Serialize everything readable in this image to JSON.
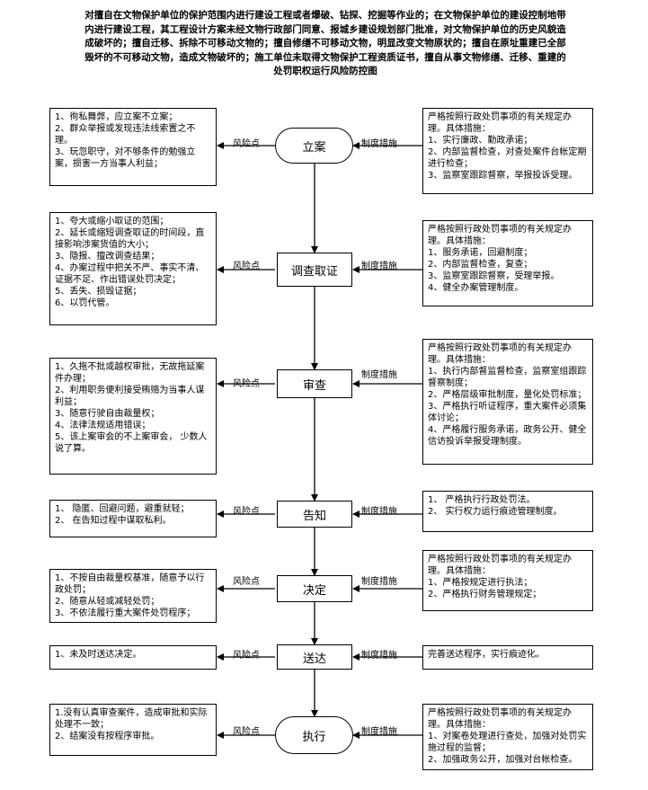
{
  "title": "对擅自在文物保护单位的保护范围内进行建设工程或者爆破、钻探、挖掘等作业的；在文物保护单位的建设控制地带内进行建设工程，其工程设计方案未经文物行政部门同意、报城乡建设规划部门批准，对文物保护单位的历史风貌造成破坏的；擅自迁移、拆除不可移动文物的；擅自修缮不可移动文物，明显改变文物原状的；擅自在原址重建已全部毁坏的不可移动文物，造成文物破坏的；施工单位未取得文物保护工程资质证书，擅自从事文物修缮、迁移、重建的处罚职权运行风险防控图",
  "risk_label": "风险点",
  "measure_label": "制度措施",
  "steps": [
    {
      "name": "立案",
      "risks": "1、徇私舞弊，应立案不立案；\n2、群众举报或发现违法线索置之不理。\n3、玩忽职守，对不够条件的勉强立案，损害一方当事人利益；",
      "measures": "严格按照行政处罚事项的有关规定办理。具体措施：\n1、实行廉政、勤政承诺；\n2、内部监督检查，对查处案件台帐定期进行检查；\n3、监察室跟踪督察，举报投诉受理。"
    },
    {
      "name": "调查取证",
      "risks": "1、夸大或缩小取证的范围；\n2、延长或缩短调查取证的时间段，直接影响涉案货值的大小；\n3、隐报、擅改调查结果；\n4、办案过程中把关不严、事实不清、证据不足、作出错误处罚决定；\n5、丢失、损毁证据；\n6、以罚代管。",
      "measures": "严格按照行政处罚事项的有关规定办理。具体措施：\n1、服务承诺，回避制度；\n2、内部监督检查，复查；\n3、监察室跟踪督察，受理举报。\n4、健全办案管理制度。"
    },
    {
      "name": "审查",
      "risks": "1、久拖不批或越权审批，无故拖延案件办理；\n2、利用职务便利接受贿赂为当事人谋利益；\n3、随意行驶自由裁量权；\n4、法律法规适用错误；\n5、该上案审会的不上案审会， 少数人说了算。",
      "measures": "严格按照行政处罚事项的有关规定办理。具体措施：\n1、执行内部督监督检查，监察室组跟踪督察制度；\n2、严格层级审批制度，量化处罚标准；\n3、严格执行听证程序，重大案件必须集体讨论；\n4、严格履行服务承诺，政务公开、健全信访投诉举报受理制度。"
    },
    {
      "name": "告知",
      "risks": "1、  隐匿、回避问题，避重就轻；\n2、  在告知过程中谋取私利。",
      "measures": "1、  严格执行行政处罚法。\n2、  实行权力运行痕迹管理制度。"
    },
    {
      "name": "决定",
      "risks": "1、不按自由裁量权基准，随意予以行政处罚；\n2、随意从轻或减轻处罚；\n3、不依法履行重大案件处罚程序；",
      "measures": "严格按照行政处罚事项的有关规定办理。具体措施：\n1、严格按规定进行执法；\n2、严格执行财务管理规定；"
    },
    {
      "name": "送达",
      "risks": "1、未及时送达决定。",
      "measures": "完善送达程序，实行痕迹化。"
    },
    {
      "name": "执行",
      "risks": "1.没有认真审查案件，造成审批和实际处理不一致；\n2、结案没有按程序审批。",
      "measures": "严格按照行政处罚事项的有关规定办理。具体措施：\n1、对案卷处理进行查处，加强对处罚实施过程的监督；\n2、加强政务公开，加强对台帐检查。"
    }
  ]
}
